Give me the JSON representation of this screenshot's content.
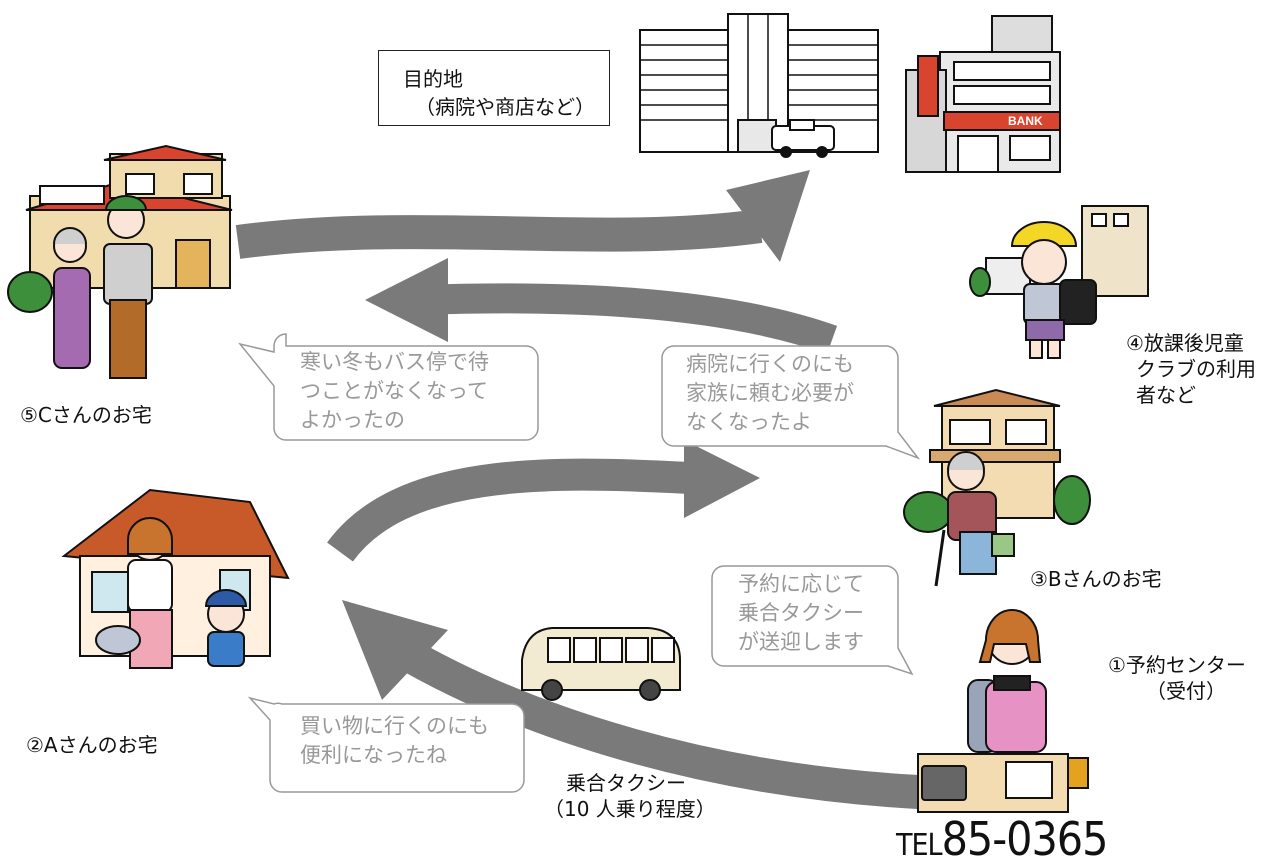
{
  "destination": {
    "line1": "目的地",
    "line2": "（病院や商店など）"
  },
  "bank_sign": "BANK",
  "places": {
    "c_home": "⑤Cさんのお宅",
    "a_home": "②Aさんのお宅",
    "b_home": "③Bさんのお宅",
    "after_school_line1": "④放課後児童",
    "after_school_line2": "クラブの利用",
    "after_school_line3": "者など",
    "center_line1": "①予約センター",
    "center_line2": "（受付）"
  },
  "taxi": {
    "line1": "乗合タクシー",
    "line2": "（10 人乗り程度）"
  },
  "bubbles": {
    "c_voice": "寒い冬もバス停で待\nつことがなくなって\nよかったの",
    "b_voice": "病院に行くのにも\n家族に頼む必要が\nなくなったよ",
    "center_voice": "予約に応じて\n乗合タクシー\nが送迎します",
    "a_voice": "買い物に行くのにも\n便利になったね"
  },
  "tel": {
    "prefix": "TEL",
    "number": "85-0365"
  },
  "colors": {
    "arrow": "#7a7a7a",
    "roof_red": "#d9442f",
    "wall_tan": "#f1dcae",
    "bubble_text": "#999999"
  }
}
